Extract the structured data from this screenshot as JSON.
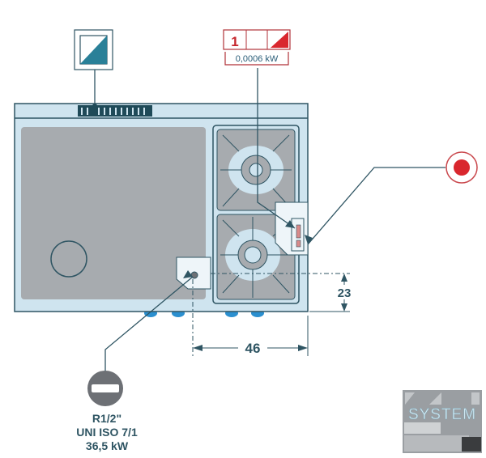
{
  "electric_label": {
    "phase_count": "1",
    "power": "0,0006 kW"
  },
  "gas_connection": {
    "thread": "R1/2\"",
    "standard": "UNI ISO 7/1",
    "power": "36,5 kW"
  },
  "dimensions": {
    "height_offset": "23",
    "width_offset": "46"
  },
  "logo": {
    "text": "SYSTEM"
  },
  "colors": {
    "body": "#cfe4ef",
    "outline": "#2f5563",
    "griddle": "#a7abaf",
    "accent_teal": "#2a8098",
    "accent_red": "#d9272e",
    "gas_gray": "#6d7075",
    "foot_blue": "#2b8fcf"
  }
}
